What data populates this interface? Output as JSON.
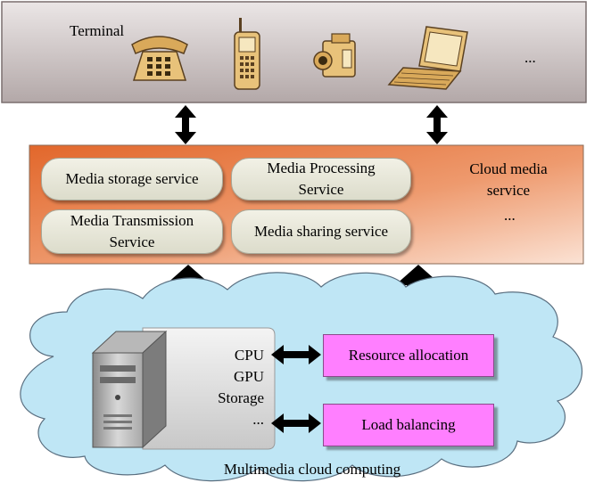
{
  "terminal_panel": {
    "title": "Terminal",
    "more": "...",
    "devices": [
      "telephone-icon",
      "mobile-phone-icon",
      "video-camera-icon",
      "laptop-icon"
    ]
  },
  "service_panel": {
    "services": [
      {
        "text": "Media storage service"
      },
      {
        "text": "Media Processing\nService"
      },
      {
        "text": "Media Transmission\nService"
      },
      {
        "text": "Media sharing service"
      }
    ],
    "cloud_media_label": "Cloud media\nservice",
    "more": "..."
  },
  "cloud": {
    "label": "Multimedia cloud computing",
    "resources": [
      "CPU",
      "GPU",
      "Storage",
      "..."
    ],
    "resource_allocation": "Resource allocation",
    "load_balancing": "Load balancing"
  },
  "colors": {
    "terminal_bg": "#cfc6c6",
    "service_orange": "#e8763a",
    "pill_bg": "#e8e8d8",
    "cloud_blue": "#bfe6f5",
    "pink_box": "#ff7fff",
    "device_tan": "#e8c27a"
  }
}
